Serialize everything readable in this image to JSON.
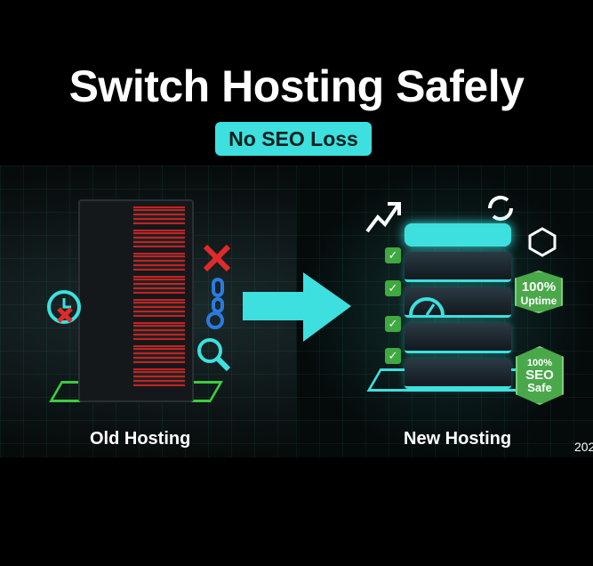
{
  "title": "Switch Hosting Safely",
  "subtitle": "No SEO Loss",
  "left_panel": {
    "label": "Old Hosting"
  },
  "right_panel": {
    "label": "New Hosting",
    "badges": [
      {
        "line1": "100%",
        "line2": "Uptime"
      },
      {
        "line1": "100%",
        "line2": "SEO",
        "line3": "Safe"
      }
    ],
    "checks": [
      "✓",
      "✓",
      "✓",
      "✓"
    ]
  },
  "year_partial": "202",
  "colors": {
    "accent": "#3de0de",
    "green": "#4aa84a",
    "red": "#e02a2a"
  }
}
